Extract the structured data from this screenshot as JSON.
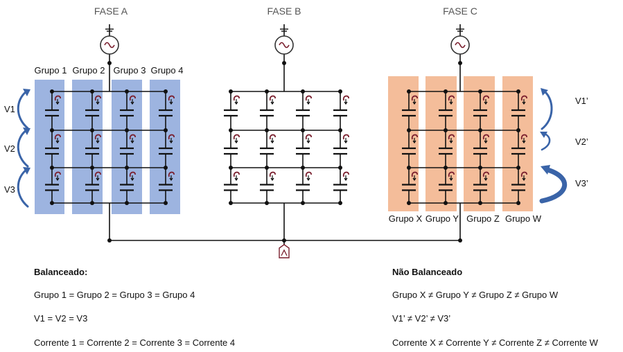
{
  "phases": {
    "a": "FASE A",
    "b": "FASE B",
    "c": "FASE C"
  },
  "groups_left": [
    "Grupo 1",
    "Grupo 2",
    "Grupo 3",
    "Grupo 4"
  ],
  "groups_right": [
    "Grupo X",
    "Grupo Y",
    "Grupo Z",
    "Grupo W"
  ],
  "voltages_left": [
    "V1",
    "V2",
    "V3"
  ],
  "voltages_right": [
    "V1’",
    "V2’",
    "V3’"
  ],
  "colors": {
    "blue_band": "#9db4e0",
    "orange_band": "#f4bd9a",
    "arrow": "#3a64a8",
    "source": "#7a1f2e"
  },
  "balanced": {
    "title": "Balanceado:",
    "line1": "Grupo 1 = Grupo 2 = Grupo 3 = Grupo 4",
    "line2": "V1 = V2 = V3",
    "line3": "Corrente 1 = Corrente 2 = Corrente 3 = Corrente 4"
  },
  "unbalanced": {
    "title": "Não Balanceado",
    "line1": "Grupo X ≠ Grupo Y ≠ Grupo Z ≠ Grupo W",
    "line2": "V1’ ≠ V2’ ≠ V3’",
    "line3": "Corrente X ≠ Corrente Y ≠ Corrente Z ≠ Corrente W"
  }
}
